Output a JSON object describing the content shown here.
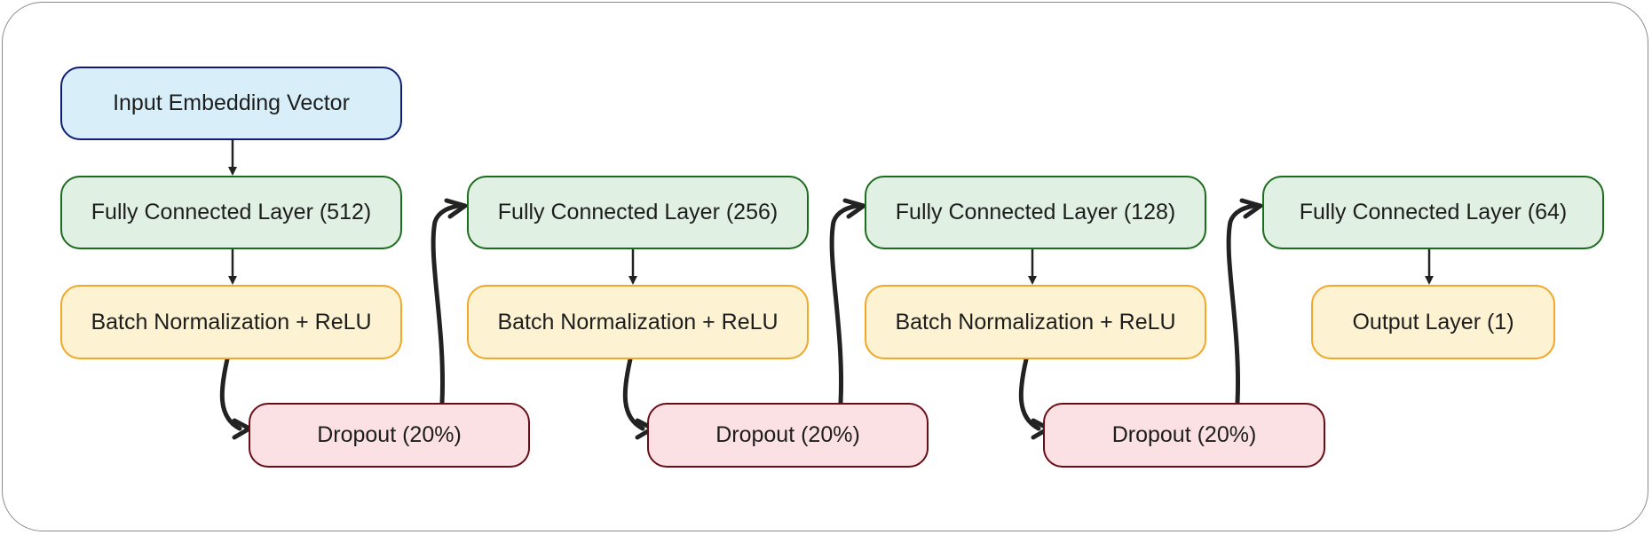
{
  "diagram": {
    "nodes": {
      "input": "Input Embedding Vector",
      "fc1": "Fully Connected Layer (512)",
      "bn1": "Batch Normalization + ReLU",
      "drop1": "Dropout (20%)",
      "fc2": "Fully Connected Layer (256)",
      "bn2": "Batch Normalization + ReLU",
      "drop2": "Dropout (20%)",
      "fc3": "Fully Connected Layer (128)",
      "bn3": "Batch Normalization + ReLU",
      "drop3": "Dropout (20%)",
      "fc4": "Fully Connected Layer (64)",
      "output": "Output Layer (1)"
    },
    "edges": [
      [
        "input",
        "fc1"
      ],
      [
        "fc1",
        "bn1"
      ],
      [
        "bn1",
        "drop1"
      ],
      [
        "drop1",
        "fc2"
      ],
      [
        "fc2",
        "bn2"
      ],
      [
        "bn2",
        "drop2"
      ],
      [
        "drop2",
        "fc3"
      ],
      [
        "fc3",
        "bn3"
      ],
      [
        "bn3",
        "drop3"
      ],
      [
        "drop3",
        "fc4"
      ],
      [
        "fc4",
        "output"
      ]
    ],
    "colors": {
      "input_fill": "#d8eff9",
      "input_border": "#0f1d78",
      "fc_fill": "#e0f0e2",
      "fc_border": "#1b6d1e",
      "bn_fill": "#fdf3d2",
      "bn_border": "#f2a62a",
      "dropout_fill": "#fbe1e4",
      "dropout_border": "#6b0d16",
      "arrow": "#222222"
    }
  }
}
